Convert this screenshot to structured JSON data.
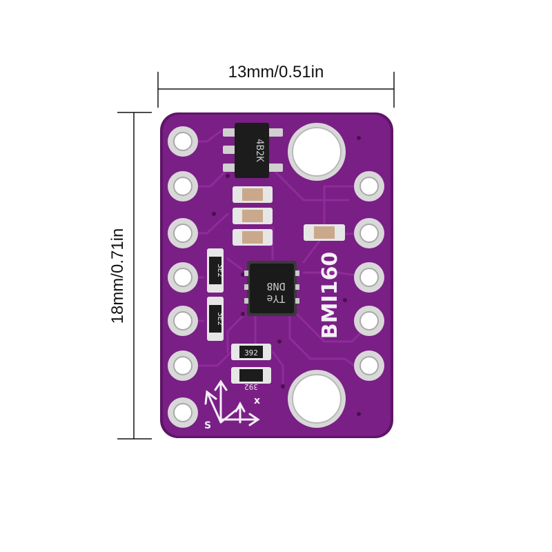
{
  "dimensions": {
    "width_label": "13mm/0.51in",
    "height_label": "18mm/0.71in"
  },
  "board": {
    "title": "BMI160",
    "chip_mark_line1": "DN8",
    "chip_mark_line2": "TYe",
    "regulator_mark": "4B2K",
    "resistor_upper_mark": "392",
    "resistor_lower_mark": "392",
    "side_resistor_upper_mark": "3E2",
    "side_resistor_lower_mark": "3E2",
    "axis_x": "x",
    "axis_s": "S"
  },
  "colors": {
    "pcb": "#7a1f86",
    "pcb_edge": "#5e1568",
    "trace": "#8e2c9a",
    "pad": "#d8d8d8",
    "silkscreen": "#f4f0f6"
  }
}
